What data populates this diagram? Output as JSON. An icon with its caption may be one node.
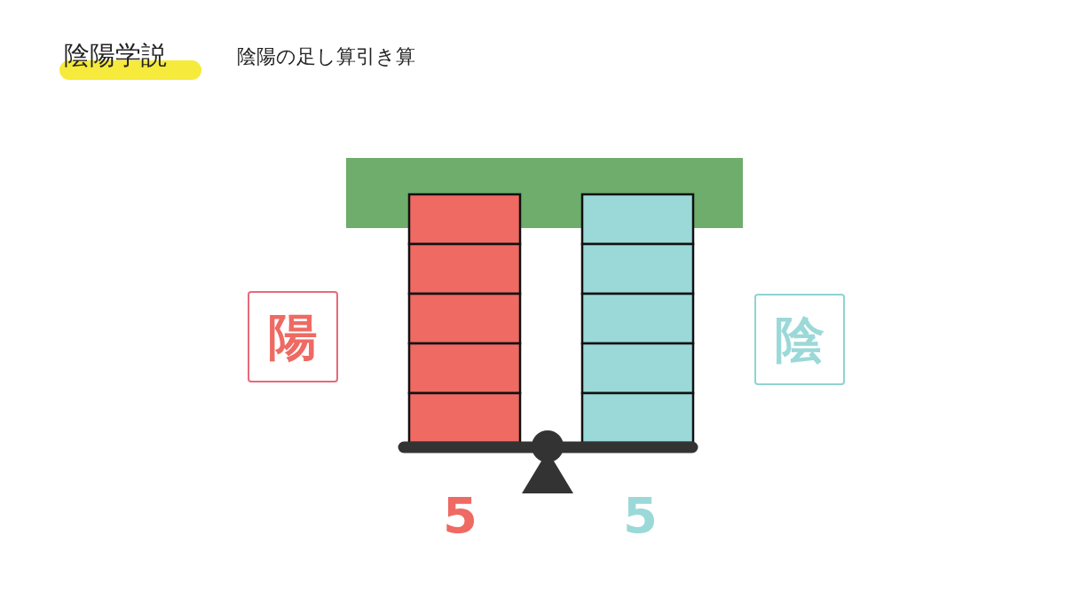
{
  "diagram": {
    "title": "陰陽学説",
    "nodes": [
      {
        "text": [
          "陽"
        ]
      },
      {
        "text": [
          "陰"
        ]
      }
    ],
    "labels": [
      "陰陽の足し算引き算",
      "5",
      "5"
    ]
  }
}
